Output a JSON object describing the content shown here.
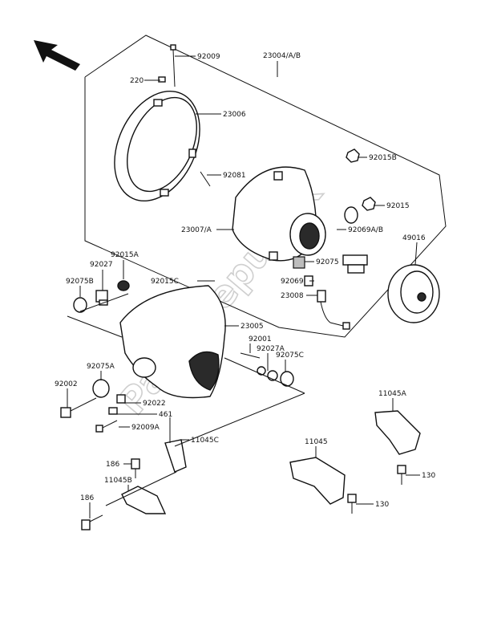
{
  "watermark": "PartsRepublik",
  "callouts": {
    "c92009": "92009",
    "c220": "220",
    "c23004": "23004/A/B",
    "c23006": "23006",
    "c92081": "92081",
    "c92015B": "92015B",
    "c92015": "92015",
    "c23007": "23007/A",
    "c92069AB": "92069A/B",
    "c49016": "49016",
    "c92015A": "92015A",
    "c92027": "92027",
    "c92075B": "92075B",
    "c92015C": "92015C",
    "c92075": "92075",
    "c92069": "92069",
    "c23008": "23008",
    "c23005": "23005",
    "c92001": "92001",
    "c92027A": "92027A",
    "c92075C": "92075C",
    "c92075A": "92075A",
    "c92002": "92002",
    "c92022": "92022",
    "c461": "461",
    "c92009A": "92009A",
    "c11045C": "11045C",
    "c186a": "186",
    "c11045B": "11045B",
    "c186b": "186",
    "c11045A": "11045A",
    "c11045": "11045",
    "c130a": "130",
    "c130b": "130"
  },
  "icons": {
    "direction_arrow": "arrow-up-left-icon"
  }
}
